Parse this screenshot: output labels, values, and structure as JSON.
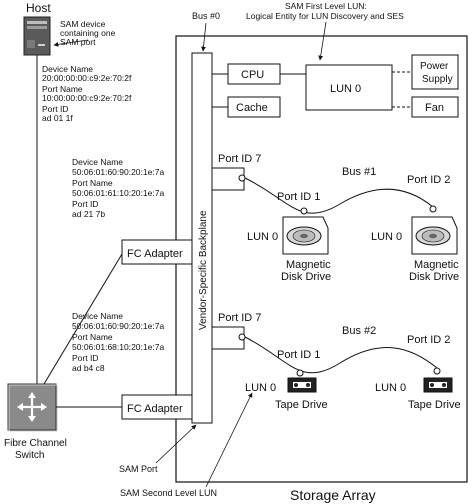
{
  "host": {
    "title": "Host",
    "sam_device_note": [
      "SAM device",
      "containing one",
      "SAM port"
    ],
    "info": [
      "Device Name",
      "20:00:00:00:c9:2e:70:2f",
      "Port Name",
      "10:00:00:00:c9:2e:70:2f",
      "Port ID",
      "ad 01 1f"
    ]
  },
  "bus0_label": "Bus #0",
  "sam_lun_note": [
    "SAM First Level LUN:",
    "Logical Entity for LUN Discovery and SES"
  ],
  "adapter1_info": [
    "Device Name",
    "50:06:01:60:90:20:1e:7a",
    "Port Name",
    "50:06:01:61:10:20:1e:7a",
    "Port ID",
    "ad 21 7b"
  ],
  "adapter2_info": [
    "Device Name",
    "50:06:01:60:90:20:1e:7a",
    "Port Name",
    "50:06:01:68:10:20:1e:7a",
    "Port ID",
    "ad b4 c8"
  ],
  "fc_adapter_label": "FC Adapter",
  "backplane_label": "Vendor-Specific Backplane",
  "cpu_label": "CPU",
  "cache_label": "Cache",
  "lun0_label": "LUN 0",
  "power_supply_label": [
    "Power",
    "Supply"
  ],
  "fan_label": "Fan",
  "port_id7_label": "Port ID 7",
  "port_id1_label": "Port ID 1",
  "port_id2_label": "Port ID 2",
  "bus1_label": "Bus #1",
  "bus2_label": "Bus #2",
  "magnetic_disk_label": [
    "Magnetic",
    "Disk Drive"
  ],
  "tape_drive_label": "Tape Drive",
  "switch_label": [
    "Fibre Channel",
    "Switch"
  ],
  "sam_port_label": "SAM Port",
  "sam_second_lun_label": "SAM Second Level LUN",
  "storage_array_label": "Storage Array"
}
